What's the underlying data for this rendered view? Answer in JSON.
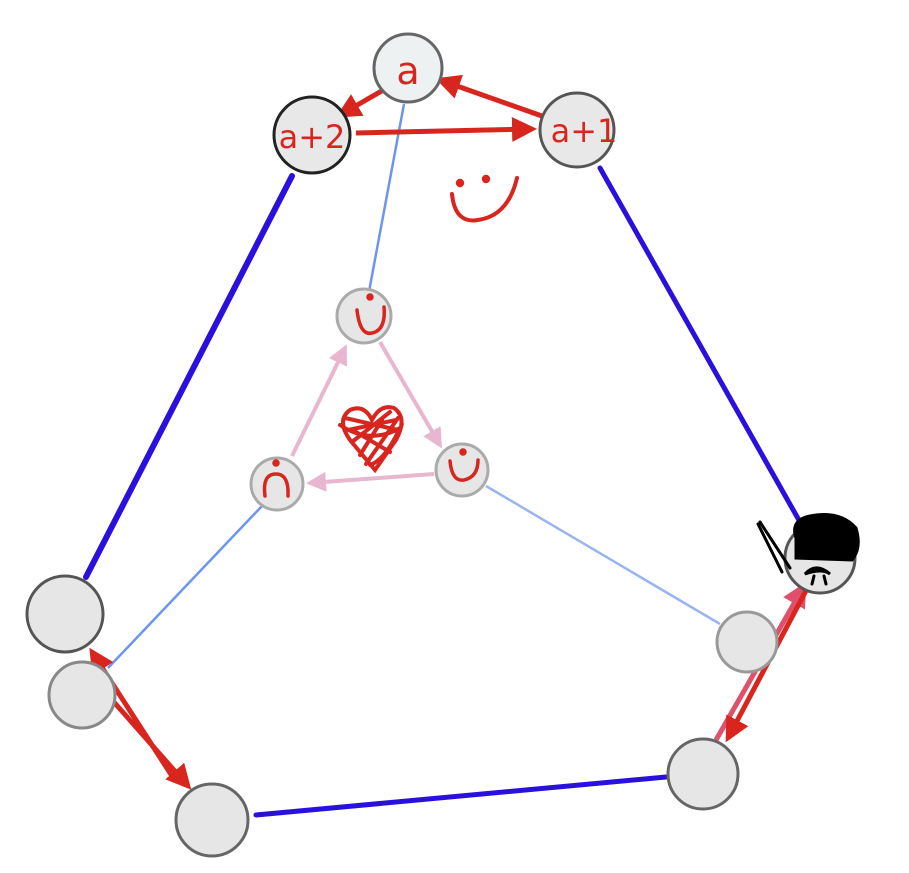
{
  "nodes": {
    "top_a": "a",
    "top_a2": "a+2",
    "top_a1": "a+1"
  },
  "colors": {
    "blue_thick": "#2a10dc",
    "blue_thin": "#6d95ee",
    "red_arrow": "#d8261f",
    "pink_arrow": "#e9b6cf",
    "pink_red_arrow": "#e0506a",
    "node_fill": "#e8e8e8",
    "node_stroke": "#666666"
  },
  "icons": {
    "smiley": "smiley-face-icon",
    "frown": "frown-face-icon",
    "heart": "scribbled-heart-icon",
    "portrait": "mustached-man-icon"
  }
}
